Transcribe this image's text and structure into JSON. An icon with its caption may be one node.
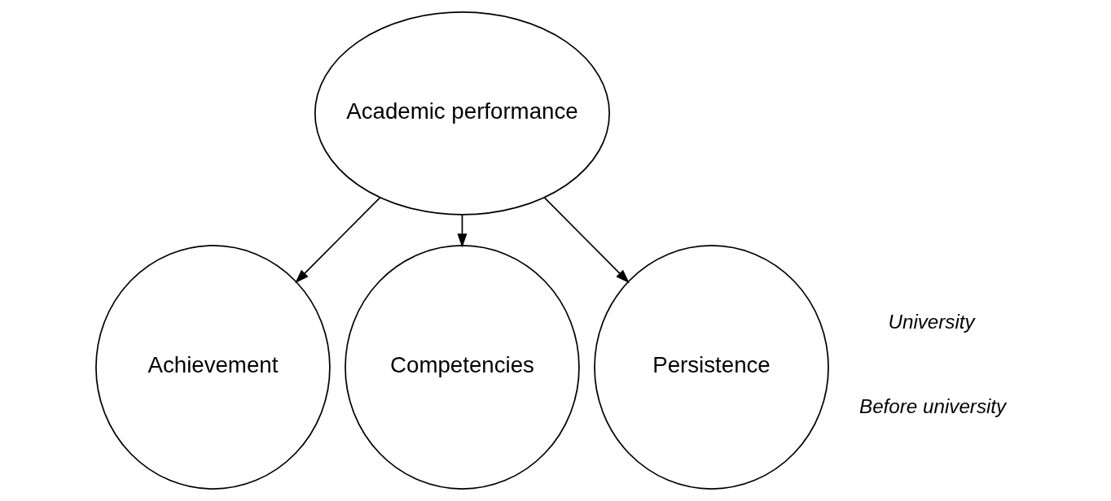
{
  "diagram": {
    "nodes": [
      {
        "text": [
          "Academic performance"
        ]
      },
      {
        "text": [
          "Achievement"
        ]
      },
      {
        "text": [
          "Competencies"
        ]
      },
      {
        "text": [
          "Persistence"
        ]
      }
    ],
    "edges": [
      {
        "from": 0,
        "to": 1,
        "arrow": "to"
      },
      {
        "from": 0,
        "to": 2,
        "arrow": "to"
      },
      {
        "from": 0,
        "to": 3,
        "arrow": "to"
      }
    ],
    "labels": [
      "University",
      "Before university"
    ]
  }
}
